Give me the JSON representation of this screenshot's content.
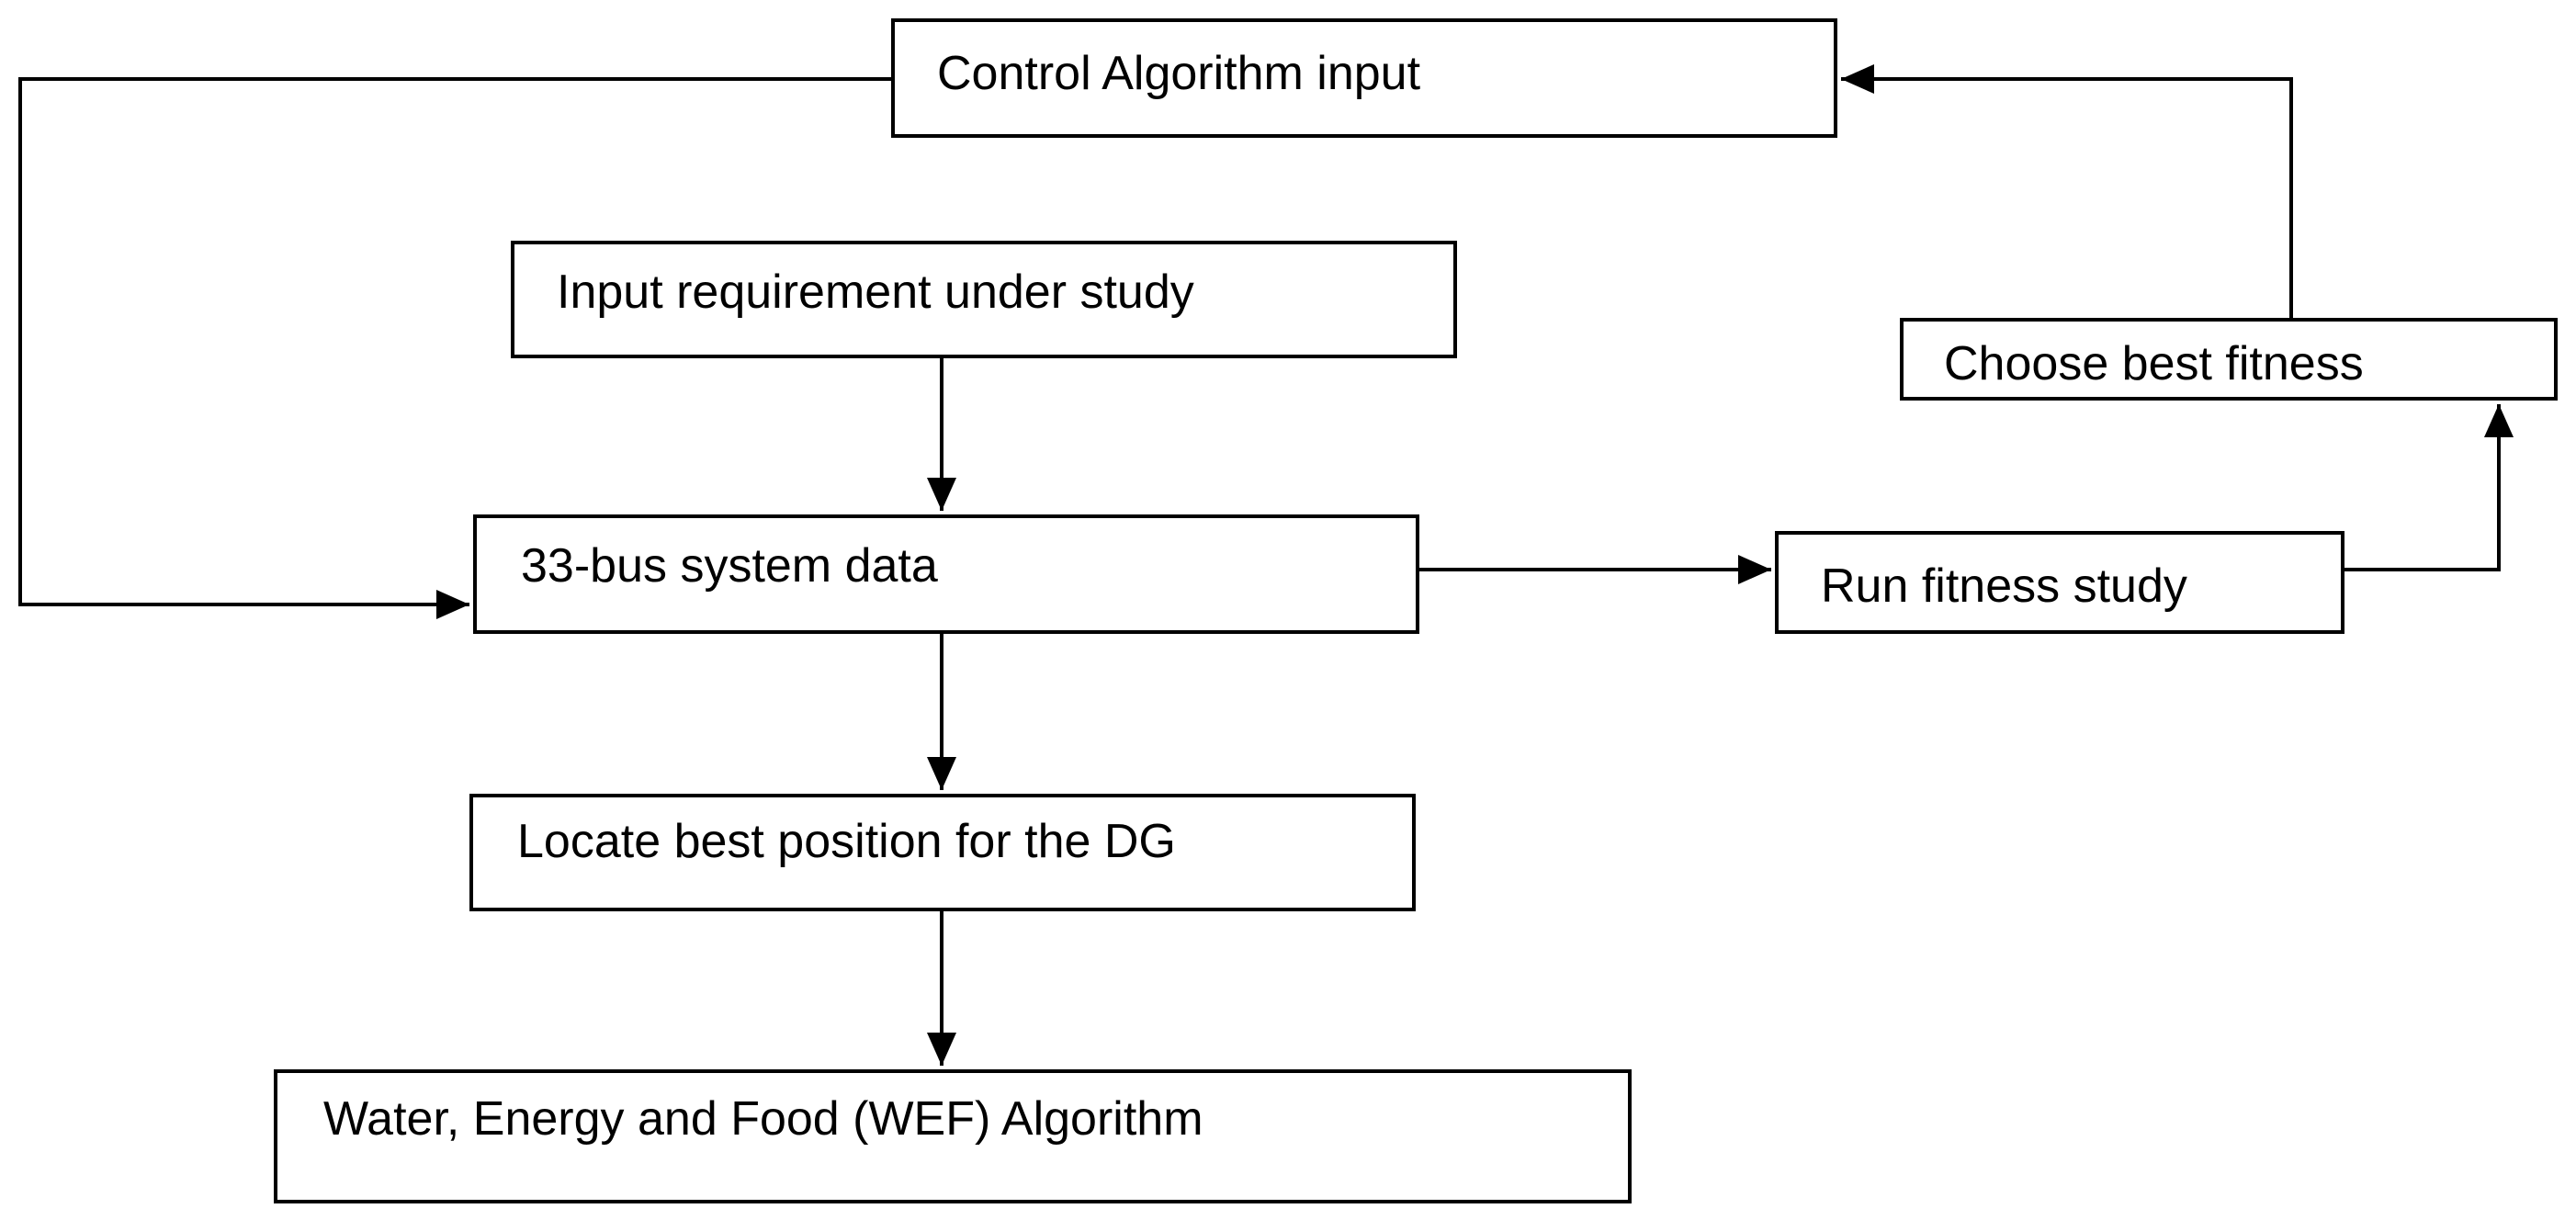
{
  "flowchart": {
    "nodes": {
      "control": "Control Algorithm input",
      "input": "Input requirement under study",
      "bus": "33-bus system data",
      "run": "Run fitness study",
      "choose": "Choose best fitness",
      "locate": "Locate best position for the DG",
      "wef": "Water, Energy and Food (WEF) Algorithm"
    },
    "edges": [
      {
        "from": "input",
        "to": "bus"
      },
      {
        "from": "control",
        "to": "bus"
      },
      {
        "from": "bus",
        "to": "run"
      },
      {
        "from": "run",
        "to": "choose"
      },
      {
        "from": "choose",
        "to": "control"
      },
      {
        "from": "bus",
        "to": "locate"
      },
      {
        "from": "locate",
        "to": "wef"
      }
    ],
    "colors": {
      "line": "#000000",
      "box_border": "#000000",
      "background": "#ffffff"
    }
  }
}
